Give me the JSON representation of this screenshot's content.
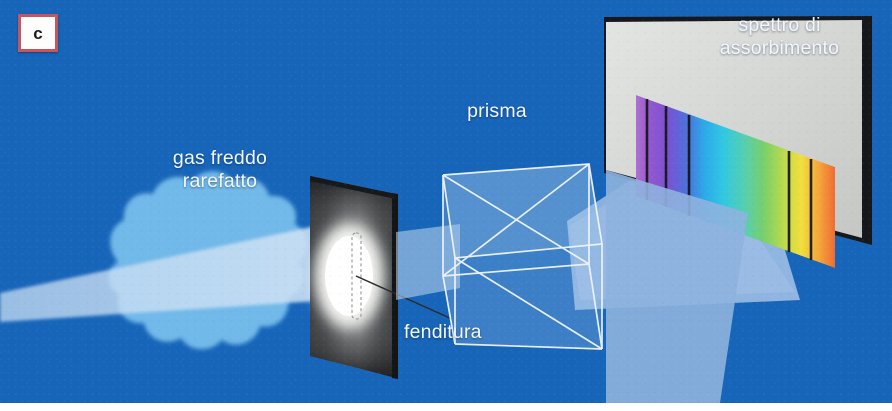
{
  "figure": {
    "panel_letter": "c",
    "background_color": "#1765b9",
    "badge_border_color": "#c7555e",
    "label_color": "#f3f7fb"
  },
  "labels": {
    "gas": "gas freddo\nrarefatto",
    "prism": "prisma",
    "spectrum": "spettro di\nassorbimento",
    "slit": "fenditura"
  },
  "elements": {
    "gas_cloud": {
      "name": "cold-rarefied-gas-cloud",
      "fill": "#7ec3ef"
    },
    "light_beam": {
      "name": "incident-light-beam",
      "fill": "#bcd6f0"
    },
    "slit_screen": {
      "name": "slit-screen-plate",
      "dark_fill": "#3a3a3c",
      "glow_fill": "#f5f6f4"
    },
    "prism": {
      "name": "glass-prism",
      "stroke": "#eef4fb",
      "fill": "#9cc4e8"
    },
    "dispersed_beam": {
      "name": "dispersed-light-beam",
      "fill": "#8fb3de"
    },
    "spectrum_screen": {
      "name": "projection-screen",
      "fill": "#d6d8d6",
      "edge": "#17191f"
    }
  },
  "chart_data": {
    "type": "heatmap",
    "title": "spettro di assorbimento",
    "description": "Continuous visible absorption spectrum with dark Fraunhofer-like absorption lines produced when white light passes through a cold rarefied gas, a slit and a prism.",
    "xlabel": "",
    "ylabel": "",
    "spectrum_colors": [
      {
        "stop": 0.0,
        "hex": "#b06fd0",
        "name": "violet"
      },
      {
        "stop": 0.07,
        "hex": "#9257cf",
        "name": "violet"
      },
      {
        "stop": 0.16,
        "hex": "#7a52d4",
        "name": "indigo"
      },
      {
        "stop": 0.26,
        "hex": "#4b73dc",
        "name": "blue"
      },
      {
        "stop": 0.34,
        "hex": "#2ea8e8",
        "name": "cyan-blue"
      },
      {
        "stop": 0.44,
        "hex": "#30c8e2",
        "name": "cyan"
      },
      {
        "stop": 0.55,
        "hex": "#57cfae",
        "name": "green-cyan"
      },
      {
        "stop": 0.64,
        "hex": "#77cf6d",
        "name": "green"
      },
      {
        "stop": 0.74,
        "hex": "#b9da4c",
        "name": "yellow-green"
      },
      {
        "stop": 0.83,
        "hex": "#f2df3c",
        "name": "yellow"
      },
      {
        "stop": 0.92,
        "hex": "#f5a63a",
        "name": "orange"
      },
      {
        "stop": 1.0,
        "hex": "#ef6b33",
        "name": "red-orange"
      }
    ],
    "absorption_lines": [
      {
        "position": 0.055,
        "label": "line-1",
        "region": "violet"
      },
      {
        "position": 0.15,
        "label": "line-2",
        "region": "violet-indigo"
      },
      {
        "position": 0.265,
        "label": "line-3",
        "region": "blue"
      },
      {
        "position": 0.77,
        "label": "line-4",
        "region": "yellow"
      },
      {
        "position": 0.88,
        "label": "line-5",
        "region": "orange"
      }
    ],
    "line_color": "#1a1a1a",
    "grid": false,
    "legend": "none"
  }
}
